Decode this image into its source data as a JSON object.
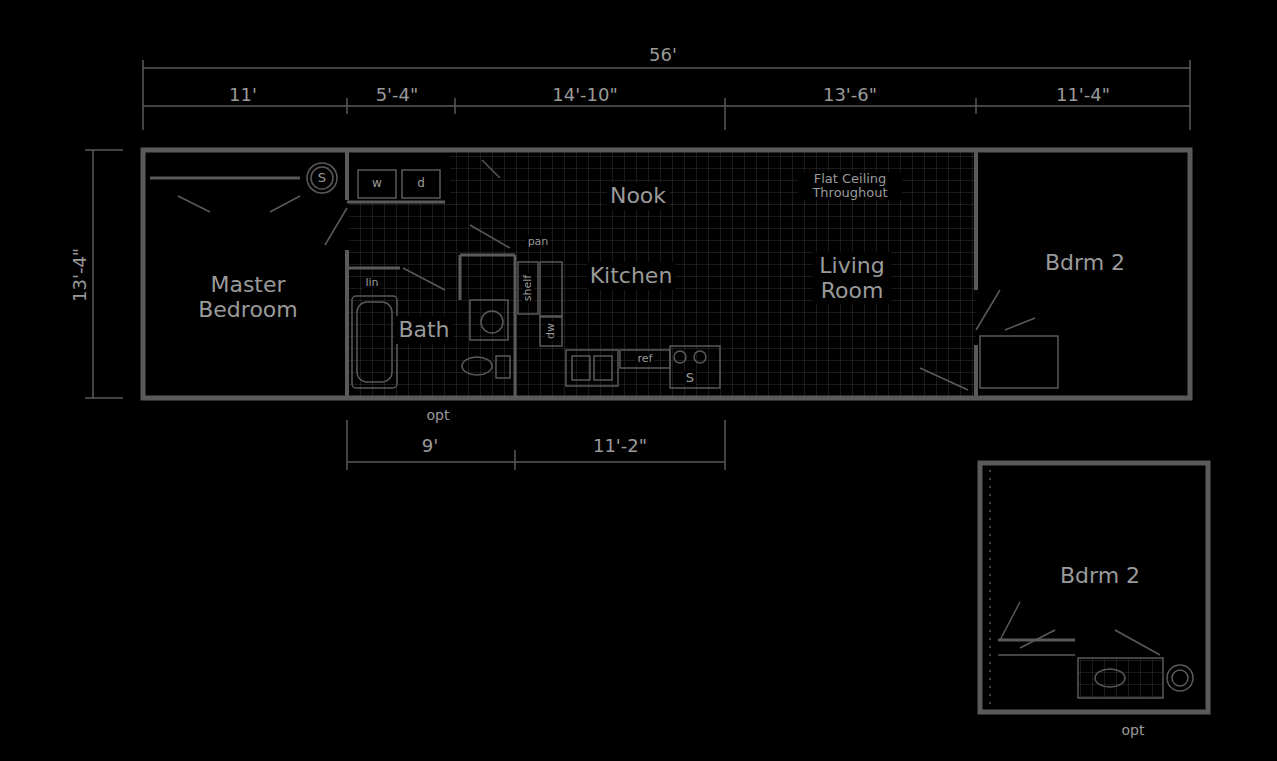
{
  "diagram": {
    "nodes": [
      {
        "text": [
          "Master Bedroom"
        ]
      },
      {
        "text": [
          "Bath"
        ]
      },
      {
        "text": [
          "Nook"
        ]
      },
      {
        "text": [
          "Kitchen"
        ]
      },
      {
        "text": [
          "Living Room"
        ]
      },
      {
        "text": [
          "Bdrm 2"
        ]
      },
      {
        "text": [
          "Bdrm 2"
        ]
      }
    ],
    "labels": [
      "56'",
      "11'",
      "5'-4\"",
      "14'-10\"",
      "13'-6\"",
      "11'-4\"",
      "13'-4\"",
      "opt",
      "9'",
      "11'-2\"",
      "opt",
      "Flat Ceiling Throughout",
      "S",
      "w",
      "d",
      "pan",
      "lin",
      "shelf",
      "dw",
      "ref",
      "S"
    ]
  }
}
